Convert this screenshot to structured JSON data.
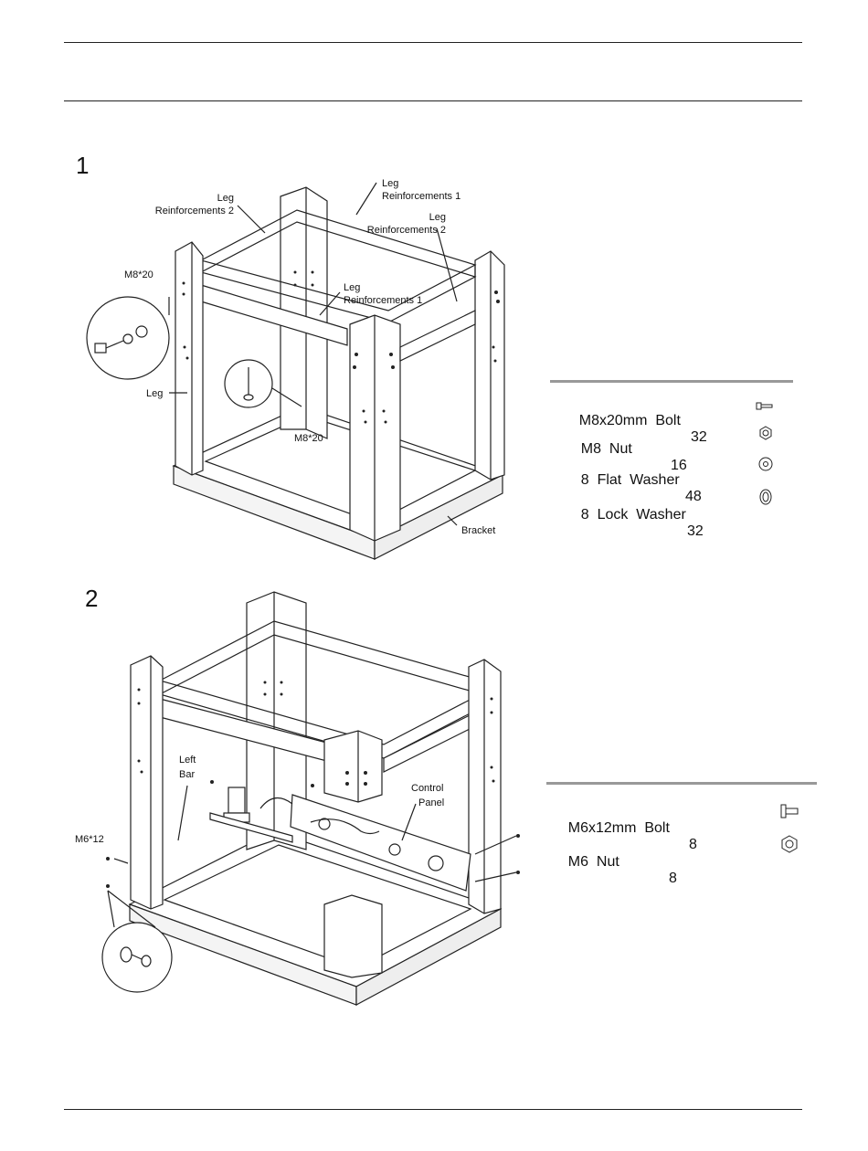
{
  "step1": {
    "number": "1",
    "labels": {
      "leg_reinf2_a_l1": "Leg",
      "leg_reinf2_a_l2": "Reinforcements 2",
      "leg_reinf1_a_l1": "Leg",
      "leg_reinf1_a_l2": "Reinforcements 1",
      "leg_reinf2_b_l1": "Leg",
      "leg_reinf2_b_l2": "Reinforcements 2",
      "leg_reinf1_b_l1": "Leg",
      "leg_reinf1_b_l2": "Reinforcements 1",
      "m8_20_a": "M8*20",
      "m8_20_b": "M8*20",
      "leg": "Leg",
      "bracket": "Bracket"
    },
    "hardware": [
      {
        "name": "M8x20mm  Bolt",
        "qty": "32",
        "icon": "bolt-icon"
      },
      {
        "name": "M8  Nut",
        "qty": "16",
        "icon": "nut-icon"
      },
      {
        "name": "8  Flat  Washer",
        "qty": "48",
        "icon": "flat-washer-icon"
      },
      {
        "name": "8  Lock  Washer",
        "qty": "32",
        "icon": "lock-washer-icon"
      }
    ]
  },
  "step2": {
    "number": "2",
    "labels": {
      "left_bar_l1": "Left",
      "left_bar_l2": "Bar",
      "control_panel_l1": "Control",
      "control_panel_l2": "Panel",
      "m6_12": "M6*12"
    },
    "hardware": [
      {
        "name": "M6x12mm  Bolt",
        "qty": "8",
        "icon": "bolt-icon"
      },
      {
        "name": "M6  Nut",
        "qty": "8",
        "icon": "hex-nut-icon"
      }
    ]
  }
}
